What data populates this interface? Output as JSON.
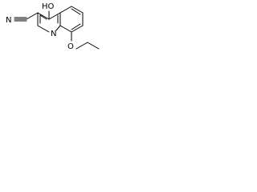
{
  "molecule": {
    "atoms": {
      "nitrile_n": "N",
      "hydroxy": "HO",
      "ring_n": "N",
      "ether_o": "O"
    }
  }
}
